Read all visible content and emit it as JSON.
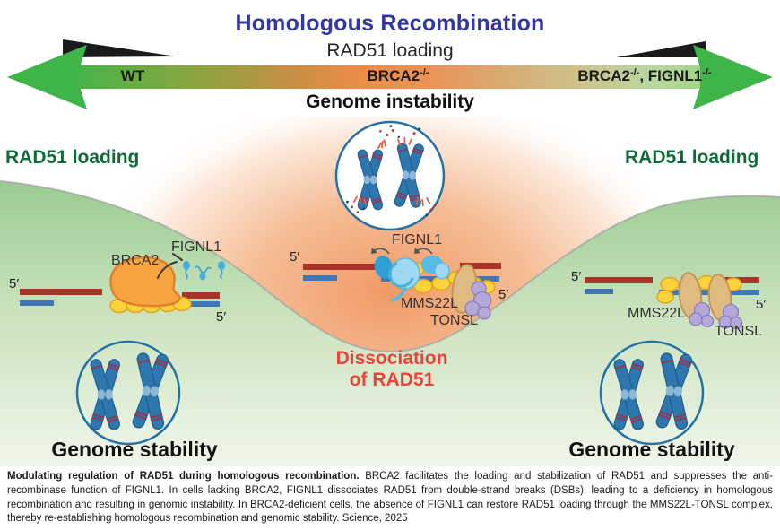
{
  "header": {
    "title": "Homologous Recombination",
    "subtitle": "RAD51 loading",
    "axis": {
      "wt": "WT",
      "brca2_base": "BRCA2",
      "brca2_sup": "-/-",
      "double_base1": "BRCA2",
      "double_sup1": "-/-",
      "double_sep": ", ",
      "double_base2": "FIGNL1",
      "double_sup2": "-/-"
    },
    "genome_instability": "Genome instability"
  },
  "left_panel": {
    "rad51_loading": "RAD51 loading",
    "brca2": "BRCA2",
    "fignl1": "FIGNL1",
    "five_prime_left": "5′",
    "five_prime_right": "5′",
    "genome_stability": "Genome stability"
  },
  "middle_panel": {
    "fignl1": "FIGNL1",
    "mms22l": "MMS22L",
    "tonsl": "TONSL",
    "five_prime_left": "5′",
    "five_prime_right": "5′",
    "dissociation_line1": "Dissociation",
    "dissociation_line2": "of RAD51"
  },
  "right_panel": {
    "rad51_loading": "RAD51 loading",
    "mms22l": "MMS22L",
    "tonsl": "TONSL",
    "five_prime_left": "5′",
    "five_prime_right": "5′",
    "genome_stability": "Genome stability"
  },
  "caption": {
    "bold": "Modulating regulation of RAD51 during homologous recombination.",
    "text": " BRCA2 facilitates the loading and stabilization of RAD51 and suppresses the anti-recombinase function of FIGNL1. In cells lacking BRCA2, FIGNL1 dissociates RAD51 from double-strand breaks (DSBs), leading to a deficiency in homologous recombination and resulting in genomic instability. In BRCA2-deficient cells, the absence of FIGNL1 can restore RAD51 loading through the MMS22L-TONSL complex, thereby re-establishing homologous recombination and genomic stability. Science, 2025"
  },
  "colors": {
    "title_blue": "#3238a0",
    "green_text": "#0e6b38",
    "red_text": "#e8453c",
    "arrow_green": "#3eb449",
    "bar_orange": "#ee8c4a",
    "dna_red": "#a93328",
    "dna_blue": "#3f76b5",
    "rad51_yellow": "#fdd23a",
    "brca2_orange": "#f6a440",
    "fignl1_blue": "#45b0e0",
    "mms22l_tan": "#dfbb82",
    "tonsl_purple": "#b3a8d8",
    "chromosome_blue": "#2e76ae"
  }
}
